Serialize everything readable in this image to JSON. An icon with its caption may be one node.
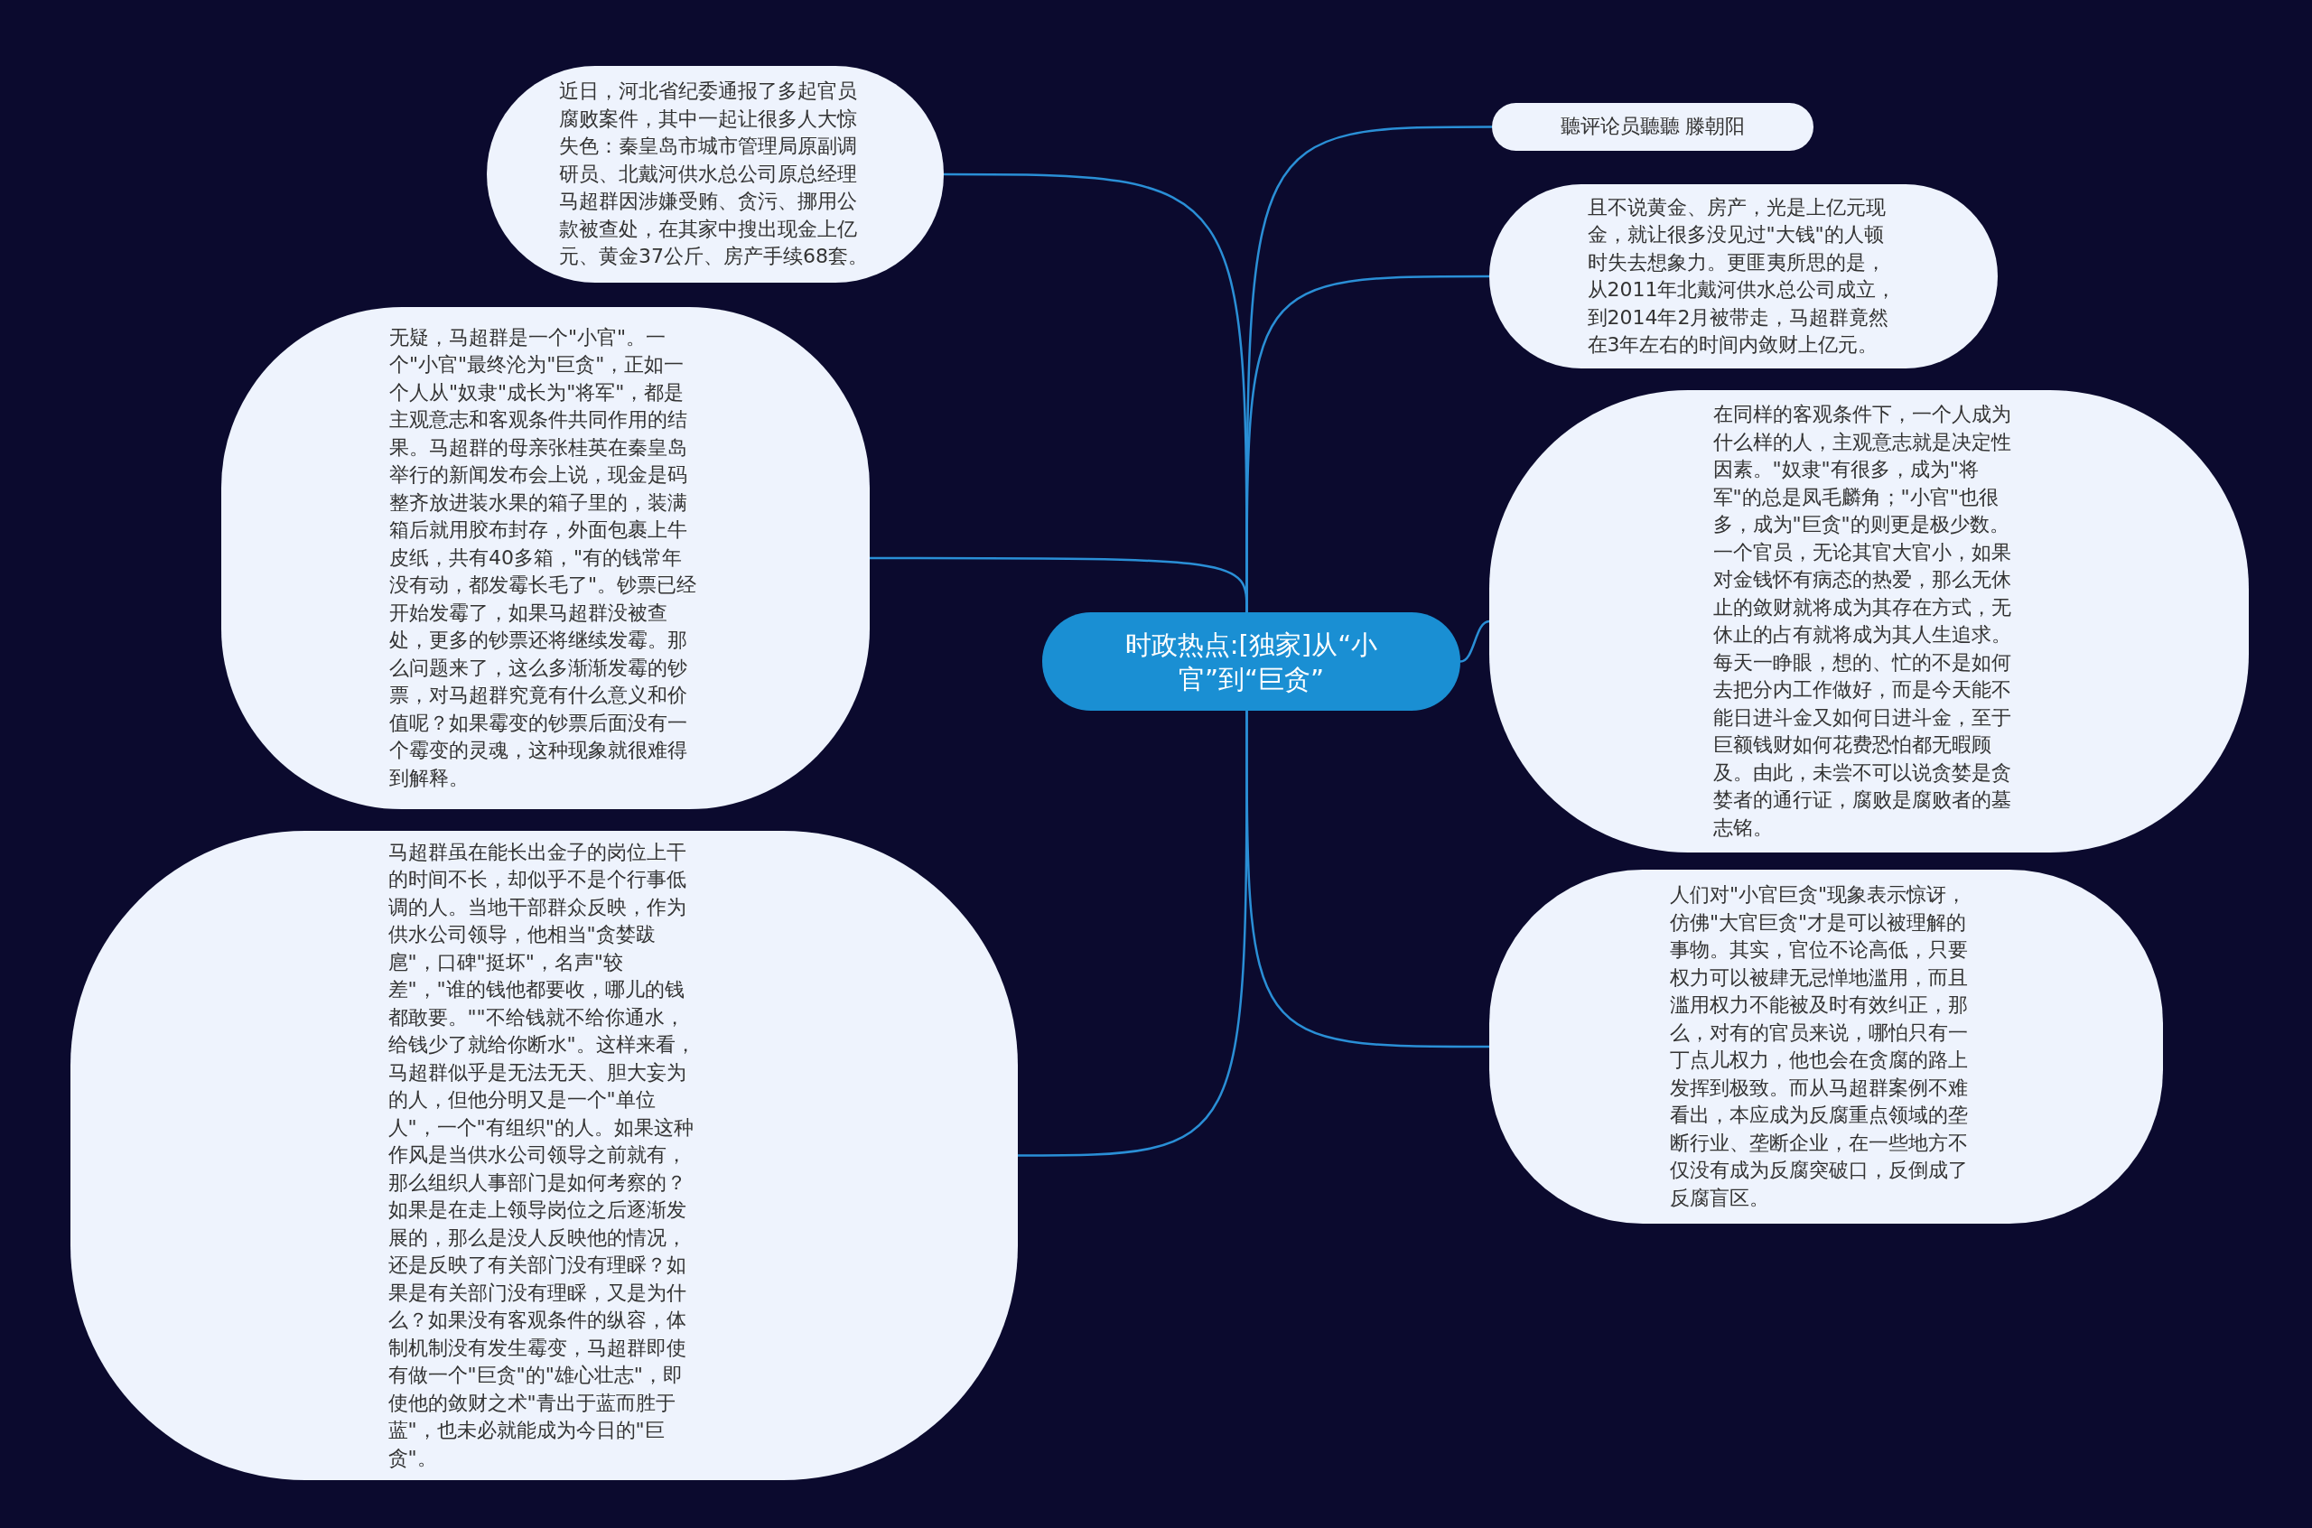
{
  "diagram": {
    "nodes": [
      {
        "text": [
          "时政热点:[独家]从“小官”到“巨贪”"
        ]
      },
      {
        "text": [
          "近日，河北省纪委通报了多起官员腐败案件，其中一起让很多人大惊失色：秦皇岛市城市管理局原副调研员、北戴河供水总公司原总经理马超群因涉嫌受贿、贪污、挪用公款被查处，在其家中搜出现金上亿元、黄金37公斤、房产手续68套。"
        ]
      },
      {
        "text": [
          "无疑，马超群是一个\"小官\"。一个\"小官\"最终沦为\"巨贪\"，正如一个人从\"奴隶\"成长为\"将军\"，都是主观意志和客观条件共同作用的结果。马超群的母亲张桂英在秦皇岛举行的新闻发布会上说，现金是码整齐放进装水果的箱子里的，装满箱后就用胶布封存，外面包裹上牛皮纸，共有40多箱，\"有的钱常年没有动，都发霉长毛了\"。钞票已经开始发霉了，如果马超群没被查处，更多的钞票还将继续发霉。那么问题来了，这么多渐渐发霉的钞票，对马超群究竟有什么意义和价值呢？如果霉变的钞票后面没有一个霉变的灵魂，这种现象就很难得到解释。"
        ]
      },
      {
        "text": [
          "马超群虽在能长出金子的岗位上干的时间不长，却似乎不是个行事低调的人。当地干部群众反映，作为供水公司领导，他相当\"贪婪跋扈\"，口碑\"挺坏\"，名声\"较差\"，\"谁的钱他都要收，哪儿的钱都敢要。\"\"不给钱就不给你通水，给钱少了就给你断水\"。这样来看，马超群似乎是无法无天、胆大妄为的人，但他分明又是一个\"单位人\"，一个\"有组织\"的人。如果这种作风是当供水公司领导之前就有，那么组织人事部门是如何考察的？如果是在走上领导岗位之后逐渐发展的，那么是没人反映他的情况，还是反映了有关部门没有理睬？如果是有关部门没有理睬，又是为什么？如果没有客观条件的纵容，体制机制没有发生霉变，马超群即使有做一个\"巨贪\"的\"雄心壮志\"，即使他的敛财之术\"青出于蓝而胜于蓝\"，也未必就能成为今日的\"巨贪\"。"
        ]
      },
      {
        "text": [
          "聽评论员聽聽 滕朝阳"
        ]
      },
      {
        "text": [
          "且不说黄金、房产，光是上亿元现金，就让很多没见过\"大钱\"的人顿时失去想象力。更匪夷所思的是，从2011年北戴河供水总公司成立，到2014年2月被带走，马超群竟然在3年左右的时间内敛财上亿元。"
        ]
      },
      {
        "text": [
          "在同样的客观条件下，一个人成为什么样的人，主观意志就是决定性因素。\"奴隶\"有很多，成为\"将军\"的总是凤毛麟角；\"小官\"也很多，成为\"巨贪\"的则更是极少数。一个官员，无论其官大官小，如果对金钱怀有病态的热爱，那么无休止的敛财就将成为其存在方式，无休止的占有就将成为其人生追求。每天一睁眼，想的、忙的不是如何去把分内工作做好，而是今天能不能日进斗金又如何日进斗金，至于巨额钱财如何花费恐怕都无暇顾及。由此，未尝不可以说贪婪是贪婪者的通行证，腐败是腐败者的墓志铭。"
        ]
      },
      {
        "text": [
          "人们对\"小官巨贪\"现象表示惊讶，仿佛\"大官巨贪\"才是可以被理解的事物。其实，官位不论高低，只要权力可以被肆无忌惮地滥用，而且滥用权力不能被及时有效纠正，那么，对有的官员来说，哪怕只有一丁点儿权力，他也会在贪腐的路上发挥到极致。而从马超群案例不难看出，本应成为反腐重点领域的垄断行业、垄断企业，在一些地方不仅没有成为反腐突破口，反倒成了反腐盲区。"
        ]
      }
    ],
    "edges": [
      {
        "from": 0,
        "to": 1,
        "arrow": "none"
      },
      {
        "from": 0,
        "to": 2,
        "arrow": "none"
      },
      {
        "from": 0,
        "to": 3,
        "arrow": "none"
      },
      {
        "from": 0,
        "to": 4,
        "arrow": "none"
      },
      {
        "from": 0,
        "to": 5,
        "arrow": "none"
      },
      {
        "from": 0,
        "to": 6,
        "arrow": "none"
      },
      {
        "from": 0,
        "to": 7,
        "arrow": "none"
      }
    ]
  }
}
